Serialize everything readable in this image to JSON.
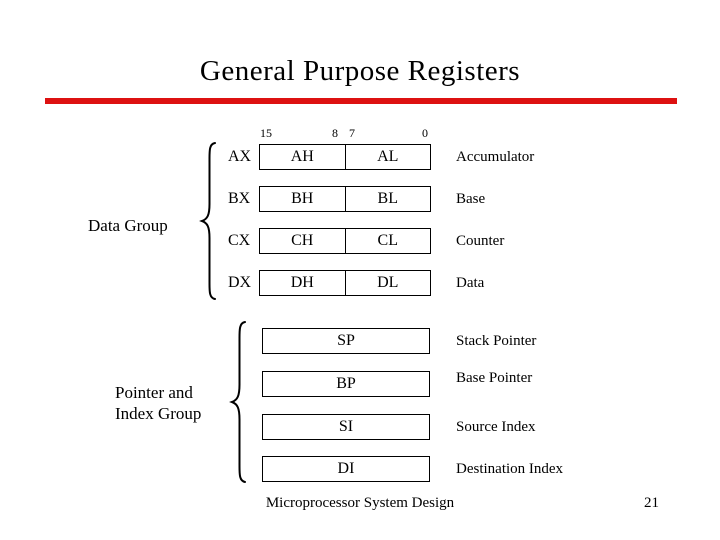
{
  "slide": {
    "title": "General Purpose Registers",
    "footer": "Microprocessor System Design",
    "page_number": "21",
    "accent_color": "#dd1111",
    "background_color": "#ffffff",
    "text_color": "#000000"
  },
  "bit_labels": {
    "b15": "15",
    "b8": "8",
    "b7": "7",
    "b0": "0"
  },
  "data_group": {
    "label": "Data Group",
    "registers": [
      {
        "name": "AX",
        "high": "AH",
        "low": "AL",
        "description": "Accumulator"
      },
      {
        "name": "BX",
        "high": "BH",
        "low": "BL",
        "description": "Base"
      },
      {
        "name": "CX",
        "high": "CH",
        "low": "CL",
        "description": "Counter"
      },
      {
        "name": "DX",
        "high": "DH",
        "low": "DL",
        "description": "Data"
      }
    ]
  },
  "pointer_index_group": {
    "label_line1": "Pointer and",
    "label_line2": "Index Group",
    "registers": [
      {
        "name": "SP",
        "description": "Stack Pointer"
      },
      {
        "name": "BP",
        "description": "Base Pointer"
      },
      {
        "name": "SI",
        "description": "Source Index"
      },
      {
        "name": "DI",
        "description": "Destination Index"
      }
    ]
  }
}
